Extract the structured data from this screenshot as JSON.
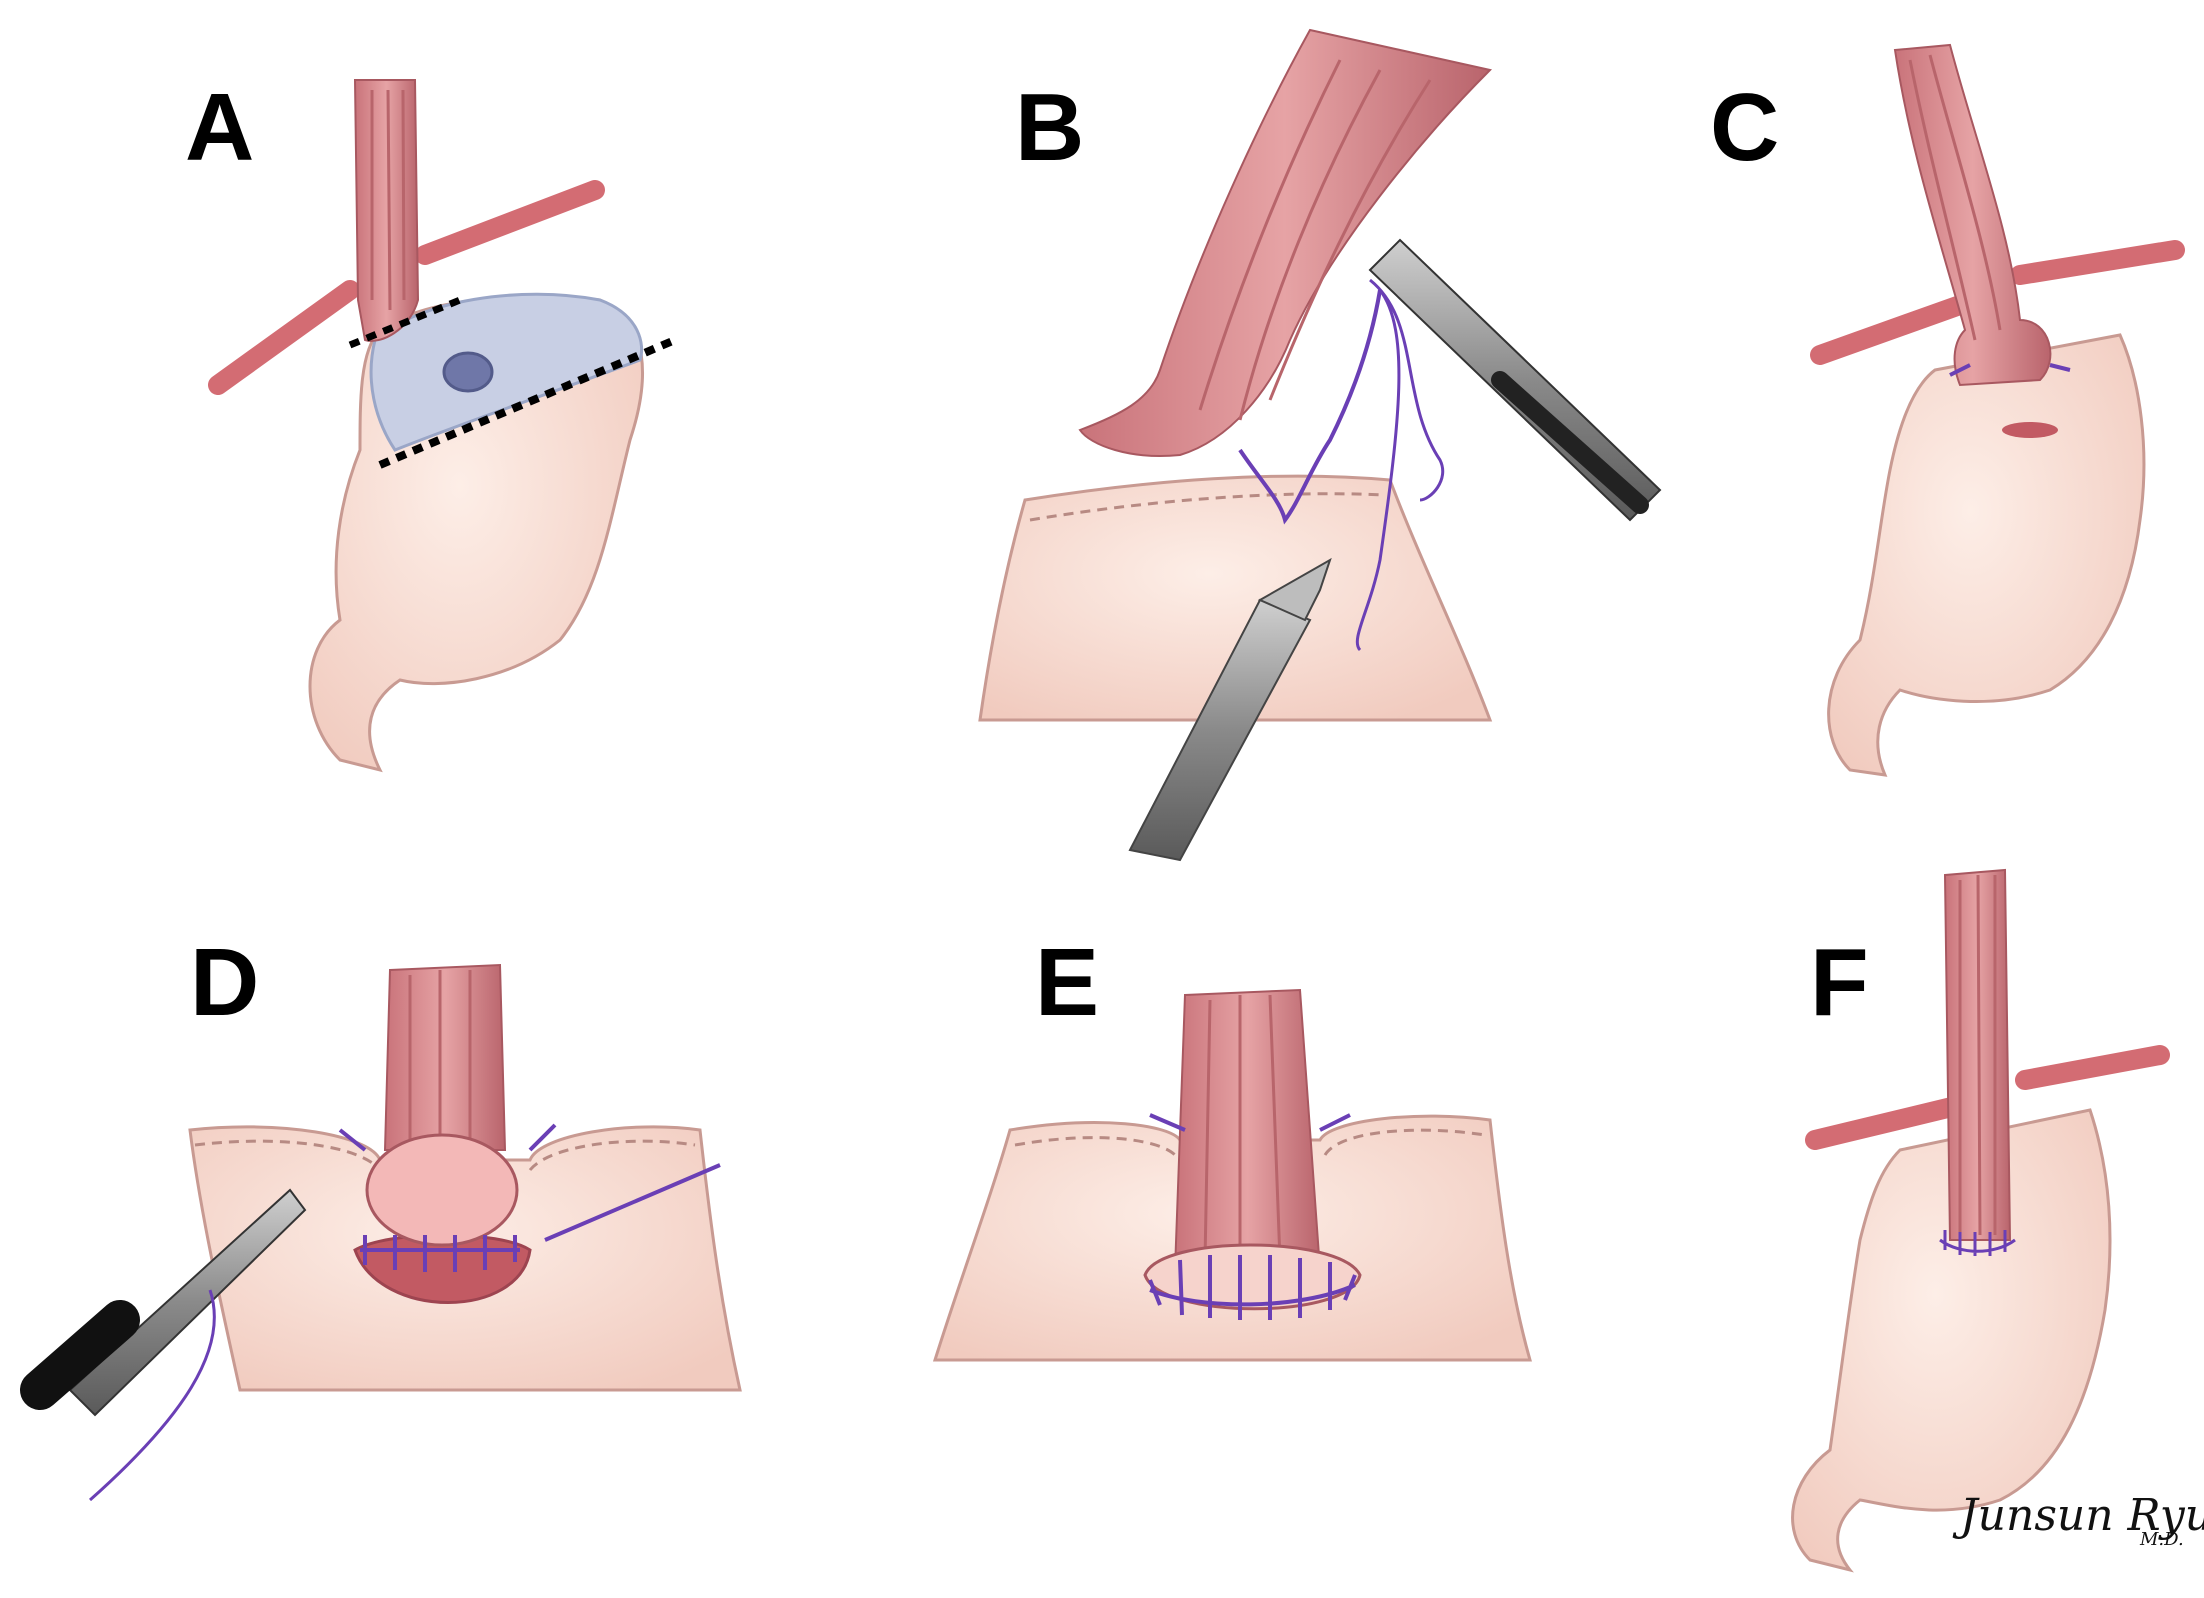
{
  "panels": [
    {
      "label": "A"
    },
    {
      "label": "B"
    },
    {
      "label": "C"
    },
    {
      "label": "D"
    },
    {
      "label": "E"
    },
    {
      "label": "F"
    }
  ],
  "signature": {
    "name": "Junsun Ryu",
    "suffix": "M.D."
  },
  "colors": {
    "esophagus": "#d9858a",
    "esophagus_stripe": "#b8656b",
    "stomach": "#f8ddd2",
    "stomach_edge": "#c89a92",
    "resection": "#c8cfe4",
    "vessel": "#d36c73",
    "suture": "#6a3fb5",
    "instrument": "#8d8d8d",
    "mucosa": "#c25a63"
  }
}
